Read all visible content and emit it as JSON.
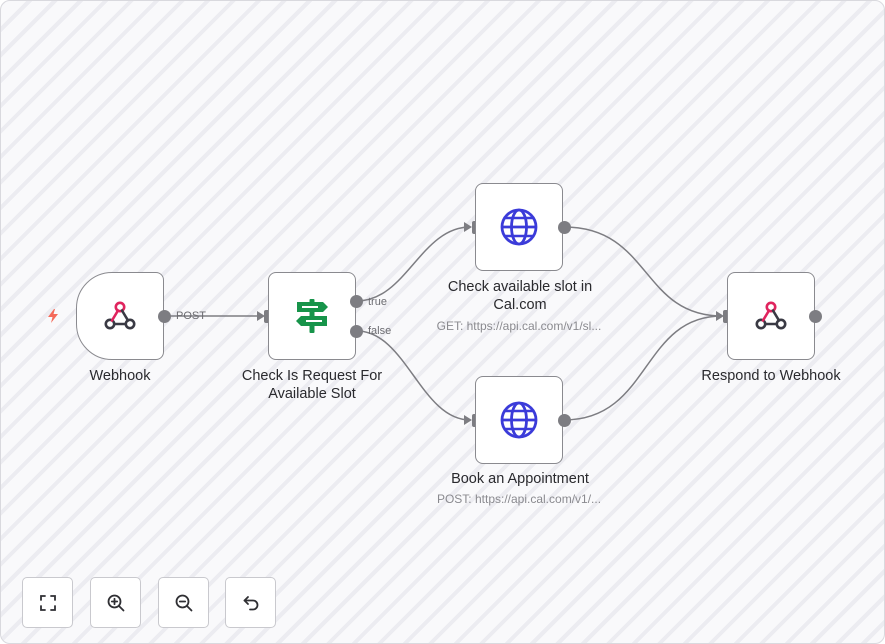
{
  "workflow": {
    "nodes": {
      "webhook": {
        "label": "Webhook",
        "icon": "webhook-icon"
      },
      "check_request": {
        "label": "Check Is Request For Available Slot",
        "icon": "signpost-icon"
      },
      "check_slot": {
        "label": "Check available slot in Cal.com",
        "subtitle": "GET: https://api.cal.com/v1/sl...",
        "icon": "globe-icon"
      },
      "book": {
        "label": "Book an Appointment",
        "subtitle": "POST: https://api.cal.com/v1/...",
        "icon": "globe-icon"
      },
      "respond": {
        "label": "Respond to Webhook",
        "icon": "webhook-icon"
      }
    },
    "edges": {
      "webhook_out": "POST",
      "if_true": "true",
      "if_false": "false"
    }
  },
  "controls": {
    "fit_view": "fit-view-icon",
    "zoom_in": "zoom-in-icon",
    "zoom_out": "zoom-out-icon",
    "reset": "undo-icon"
  },
  "colors": {
    "trigger_bolt": "#f46a5a",
    "webhook_pink": "#e0245e",
    "webhook_dark": "#3a3a44",
    "signpost_green": "#17944a",
    "globe_blue": "#3b3bd9",
    "edge_gray": "#7d7d82"
  }
}
